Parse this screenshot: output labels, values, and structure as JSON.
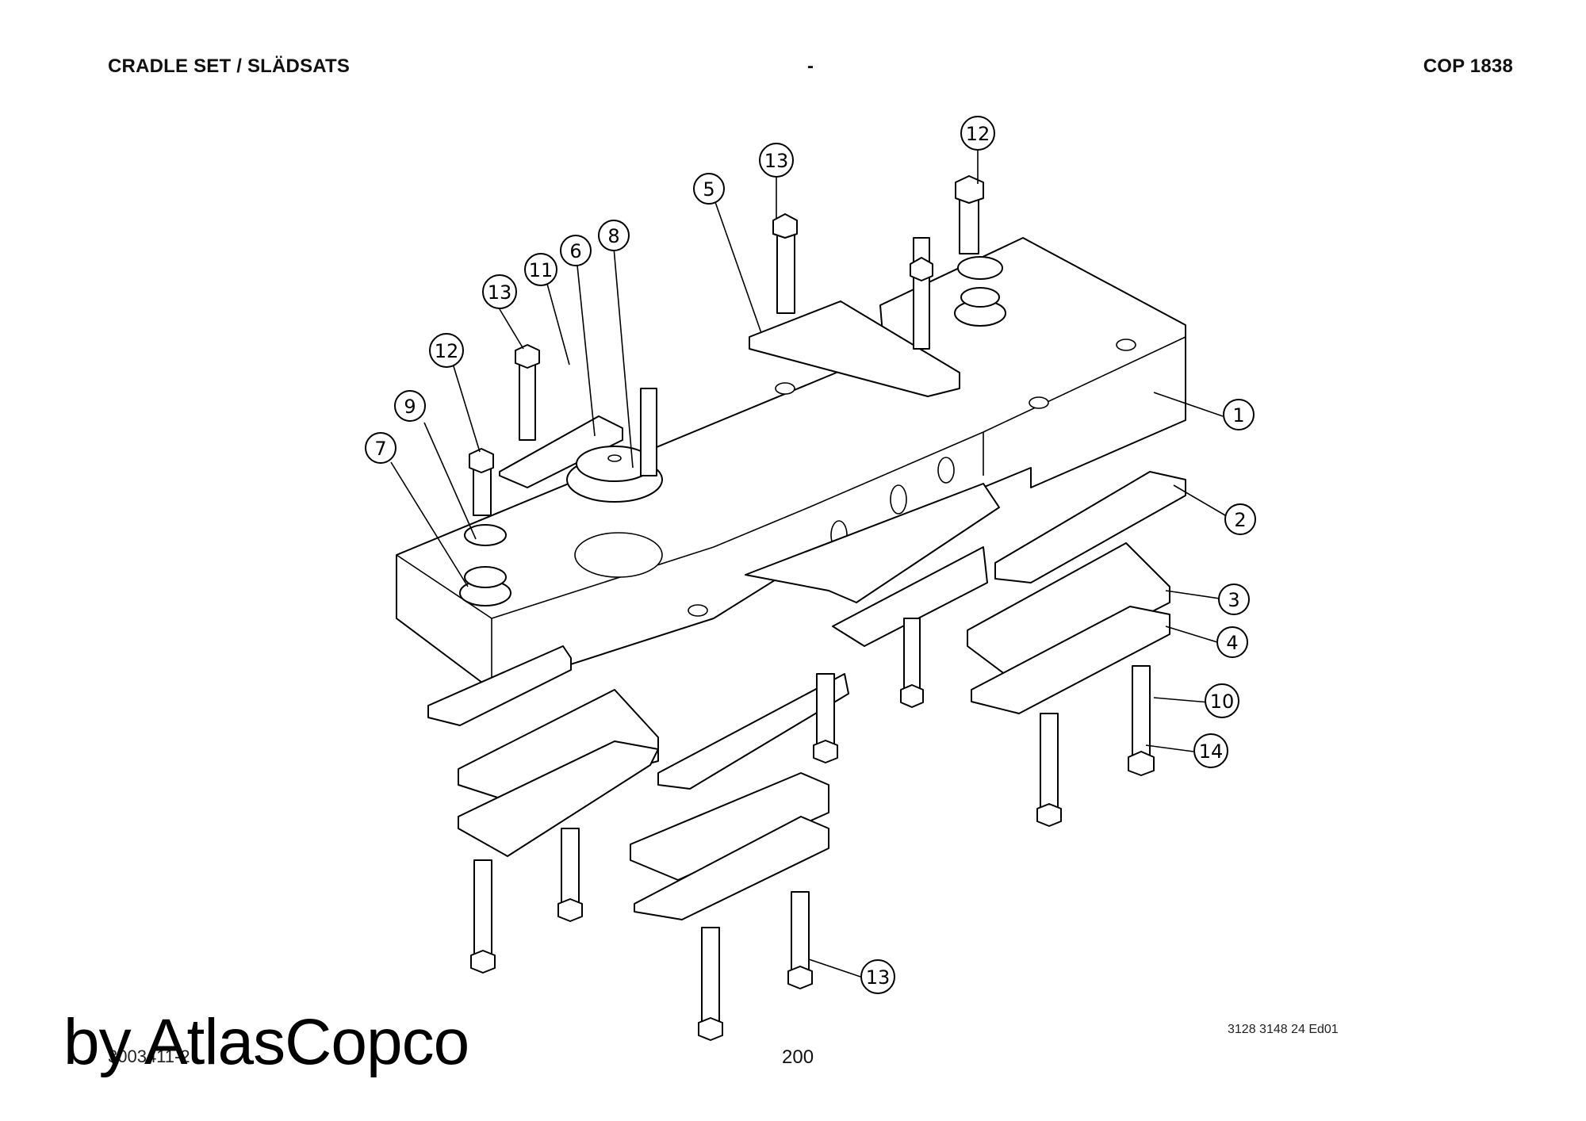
{
  "header": {
    "title": "CRADLE SET / SLÄDSATS",
    "separator": "-",
    "model": "COP 1838"
  },
  "footer": {
    "drawing_code": "3003411-2",
    "page_number": "200",
    "document_ref": "3128 3148 24 Ed01",
    "watermark": "by AtlasCopco"
  },
  "callouts": [
    {
      "id": "c-12-top",
      "label": "12"
    },
    {
      "id": "c-13-top",
      "label": "13"
    },
    {
      "id": "c-5",
      "label": "5"
    },
    {
      "id": "c-8",
      "label": "8"
    },
    {
      "id": "c-6",
      "label": "6"
    },
    {
      "id": "c-11",
      "label": "11"
    },
    {
      "id": "c-13-left",
      "label": "13"
    },
    {
      "id": "c-12-left",
      "label": "12"
    },
    {
      "id": "c-9",
      "label": "9"
    },
    {
      "id": "c-7",
      "label": "7"
    },
    {
      "id": "c-1",
      "label": "1"
    },
    {
      "id": "c-2",
      "label": "2"
    },
    {
      "id": "c-3",
      "label": "3"
    },
    {
      "id": "c-4",
      "label": "4"
    },
    {
      "id": "c-10",
      "label": "10"
    },
    {
      "id": "c-14",
      "label": "14"
    },
    {
      "id": "c-13-bottom",
      "label": "13"
    }
  ]
}
